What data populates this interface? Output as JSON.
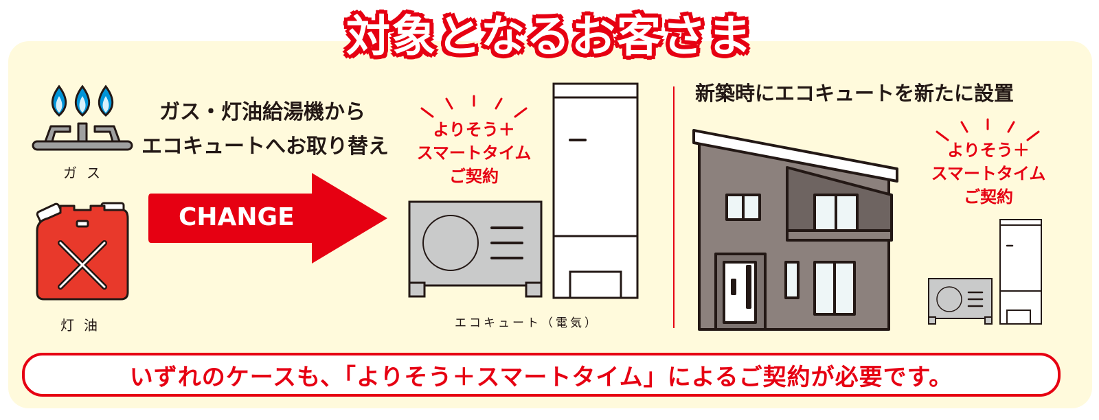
{
  "title": "対象となるお客さま",
  "left_section": {
    "heading_line1": "ガス・灯油給湯機から",
    "heading_line2": "エコキュートへお取り替え",
    "gas_label": "ガス",
    "kerosene_label": "灯油",
    "arrow_label": "CHANGE",
    "callout_line1": "よりそう＋",
    "callout_line2": "スマートタイム",
    "callout_line3": "ご契約",
    "ecocute_label": "エコキュート（電気）"
  },
  "right_section": {
    "heading": "新築時にエコキュートを新たに設置",
    "callout_line1": "よりそう＋",
    "callout_line2": "スマートタイム",
    "callout_line3": "ご契約"
  },
  "footer": {
    "text": "いずれのケースも、「よりそう＋スマートタイム」によるご契約が必要です。"
  },
  "colors": {
    "accent_red": "#e60012",
    "panel_bg": "#fffadc",
    "ink": "#231815",
    "flame_blue": "#0095d9",
    "house_gray": "#8c817d",
    "unit_gray": "#c9caca"
  }
}
